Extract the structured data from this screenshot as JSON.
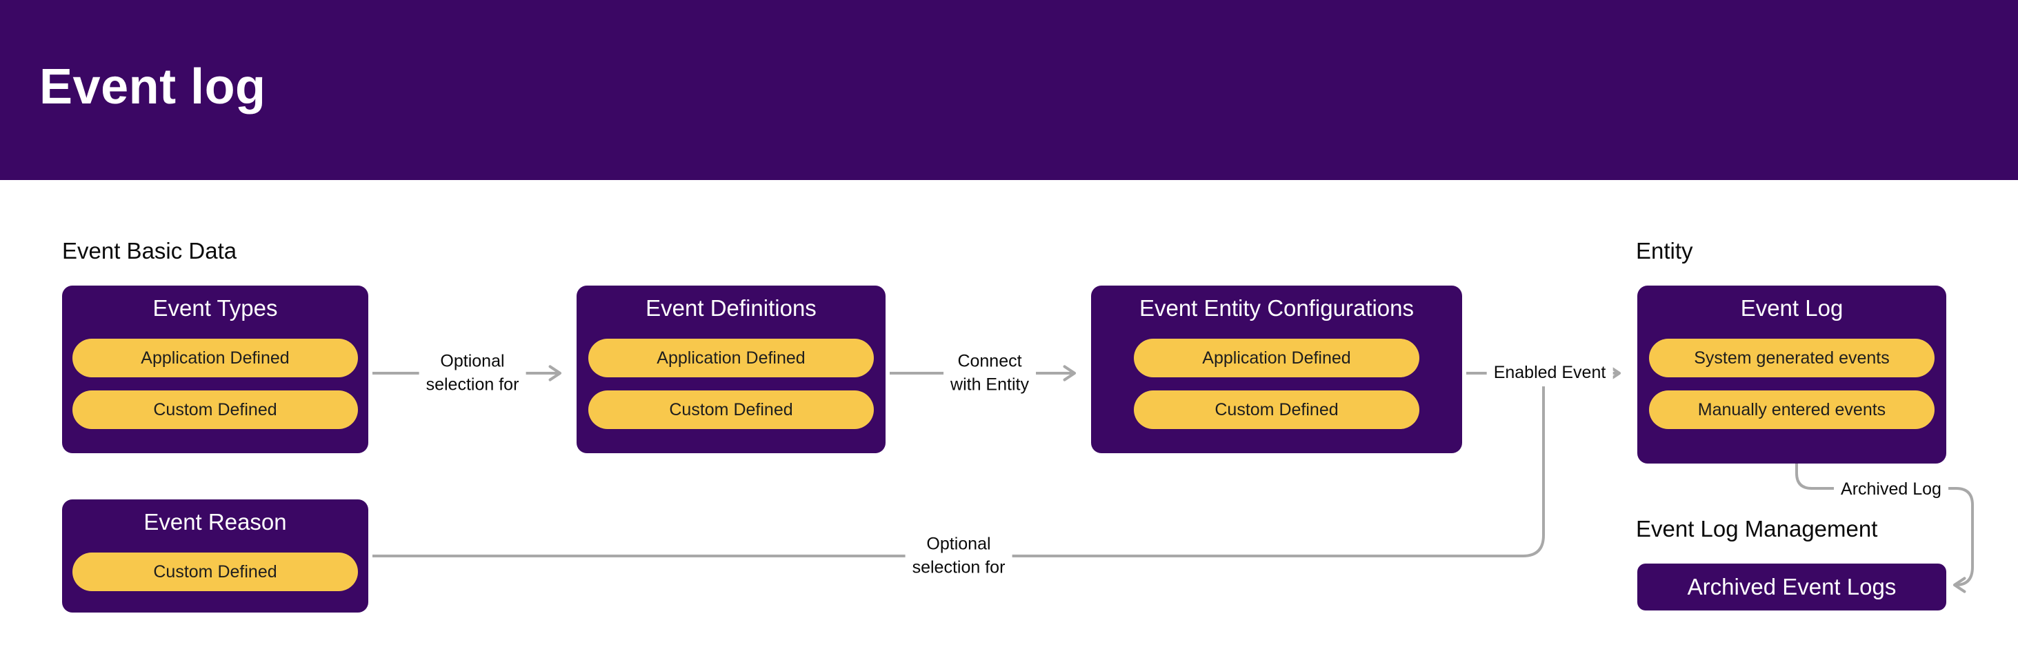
{
  "header": {
    "title": "Event log"
  },
  "sections": {
    "event_basic_data": "Event Basic Data",
    "entity": "Entity",
    "event_log_management": "Event Log Management"
  },
  "boxes": {
    "event_types": {
      "title": "Event Types",
      "pills": [
        "Application Defined",
        "Custom Defined"
      ]
    },
    "event_definitions": {
      "title": "Event Definitions",
      "pills": [
        "Application Defined",
        "Custom Defined"
      ]
    },
    "event_entity_configurations": {
      "title": "Event Entity Configurations",
      "pills": [
        "Application Defined",
        "Custom Defined"
      ]
    },
    "event_log": {
      "title": "Event Log",
      "pills": [
        "System generated events",
        "Manually entered events"
      ]
    },
    "event_reason": {
      "title": "Event Reason",
      "pills": [
        "Custom Defined"
      ]
    },
    "archived_event_logs": {
      "title": "Archived Event Logs"
    }
  },
  "connectors": {
    "optional_selection_1": {
      "line1": "Optional",
      "line2": "selection for"
    },
    "connect_with_entity": {
      "line1": "Connect",
      "line2": "with Entity"
    },
    "enabled_event": {
      "label": "Enabled Event"
    },
    "optional_selection_2": {
      "line1": "Optional",
      "line2": "selection for"
    },
    "archived_log": {
      "label": "Archived Log"
    }
  },
  "colors": {
    "purple": "#3b0764",
    "pill_yellow": "#f8c84c",
    "connector_gray": "#a8a8a8",
    "background": "#ffffff"
  }
}
